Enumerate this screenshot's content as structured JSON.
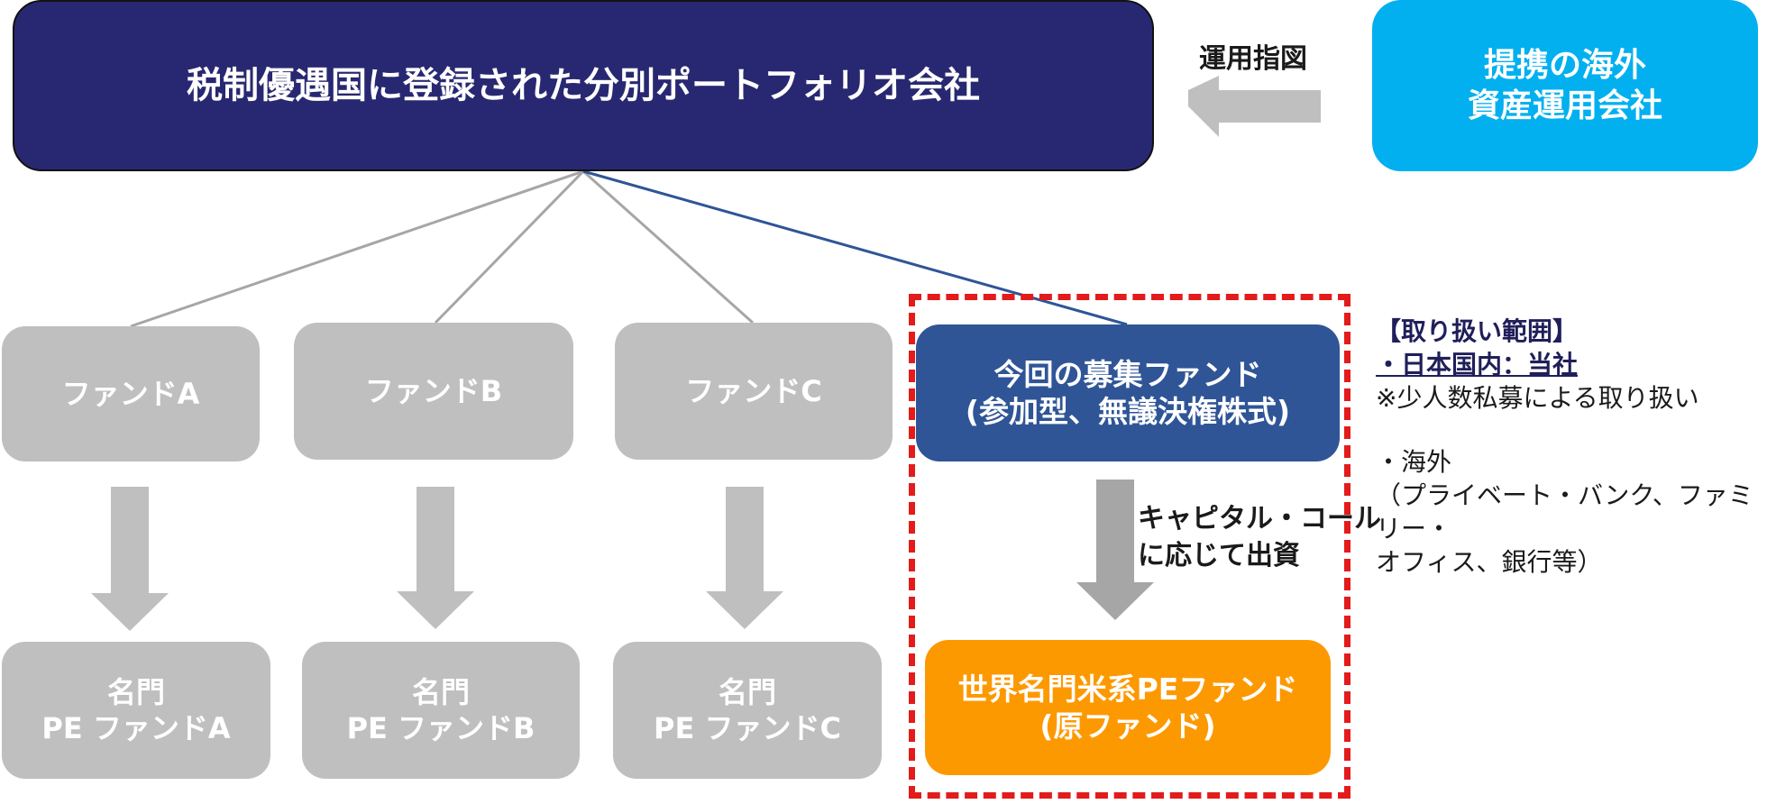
{
  "top_box": {
    "title": "税制優遇国に登録された分別ポートフォリオ会社"
  },
  "partner_box": {
    "line1": "提携の海外",
    "line2": "資産運用会社"
  },
  "instruction_label": "運用指図",
  "funds": [
    {
      "label": "ファンドA"
    },
    {
      "label": "ファンドB"
    },
    {
      "label": "ファンドC"
    }
  ],
  "pe_funds": [
    {
      "line1": "名門",
      "line2": "PE ファンドA"
    },
    {
      "line1": "名門",
      "line2": "PE ファンドB"
    },
    {
      "line1": "名門",
      "line2": "PE ファンドC"
    }
  ],
  "target_fund": {
    "line1": "今回の募集ファンド",
    "line2": "(参加型、無議決権株式)"
  },
  "capital_call": {
    "line1": "キャピタル・コール",
    "line2": "に応じて出資"
  },
  "original_fund": {
    "line1": "世界名門米系PEファンド",
    "line2": "(原ファンド)"
  },
  "scope": {
    "heading": "【取り扱い範囲】",
    "domestic": "・日本国内：当社",
    "note": "※少人数私募による取り扱い",
    "overseas": "・海外",
    "overseas_detail1": "（プライベート・バンク、ファミリー・",
    "overseas_detail2": "オフィス、銀行等）"
  },
  "colors": {
    "top_box": "#282872",
    "partner_box": "#03b0ef",
    "gray_box": "#bfbfbf",
    "target_fund": "#2f5597",
    "original_fund": "#fd9900",
    "dashed_border": "#e31b1b"
  }
}
